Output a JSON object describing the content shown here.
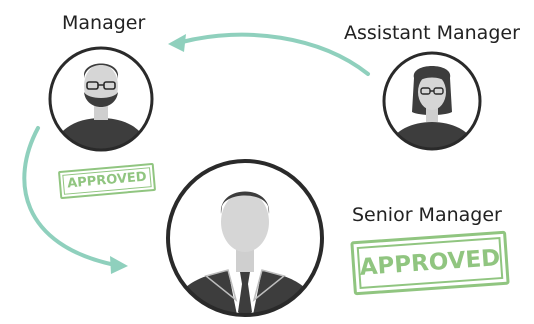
{
  "roles": {
    "manager": {
      "label": "Manager"
    },
    "assistant_manager": {
      "label": "Assistant Manager"
    },
    "senior_manager": {
      "label": "Senior Manager"
    }
  },
  "stamps": {
    "manager": {
      "text": "APPROVED"
    },
    "senior_manager": {
      "text": "APPROVED"
    }
  },
  "colors": {
    "arrow": "#8fd0bd",
    "stamp": "#7dbb6a",
    "silhouette": "#3d3d3d",
    "circle_outline": "#2a2a2a"
  }
}
